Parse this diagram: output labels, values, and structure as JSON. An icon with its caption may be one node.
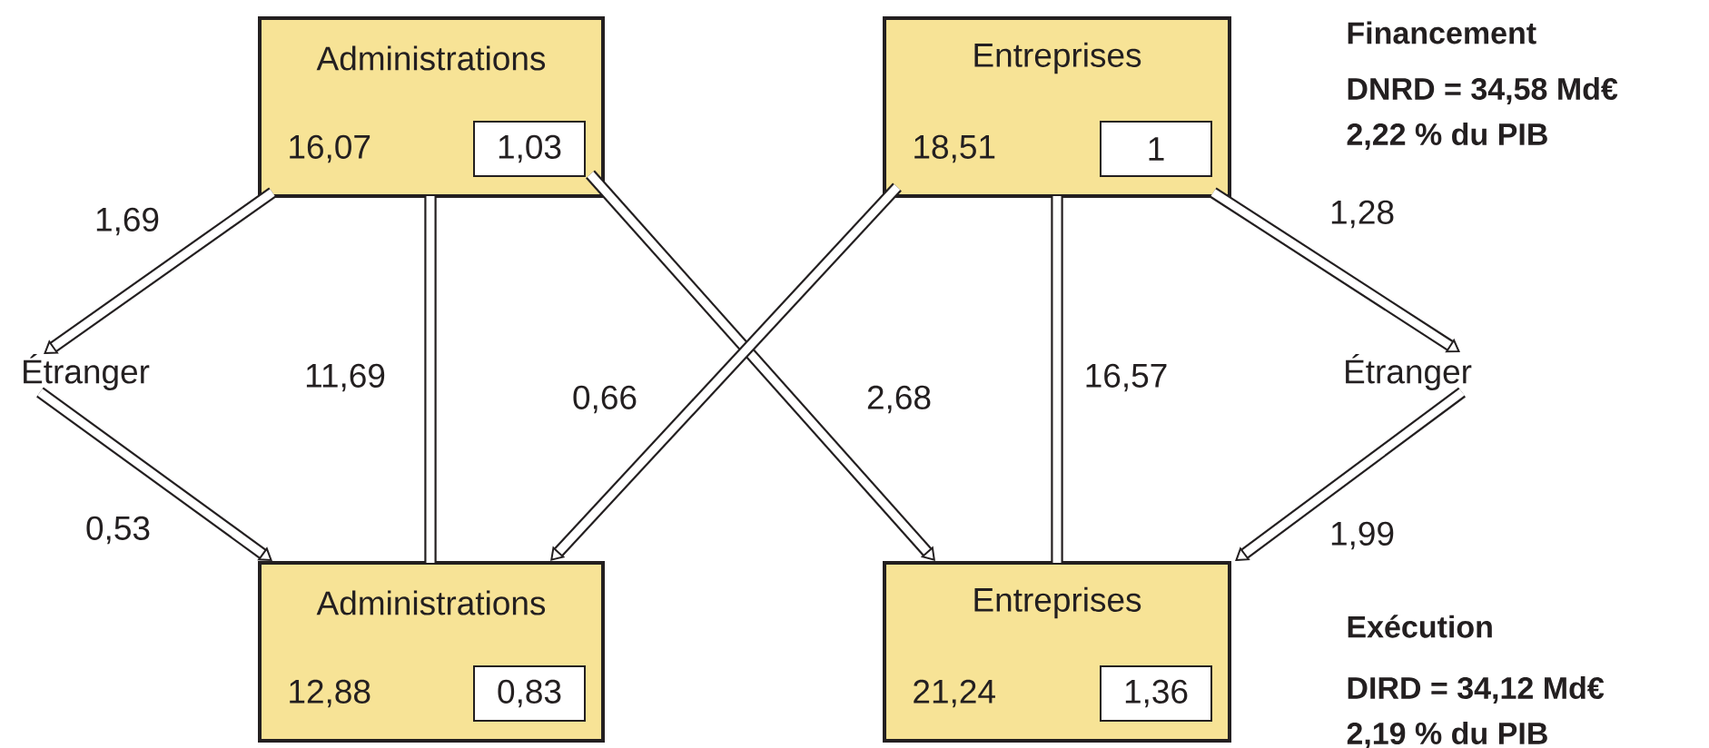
{
  "diagram": {
    "nodes": [
      {
        "text": [
          "Administrations",
          "16,07"
        ]
      },
      {
        "text": [
          "1,03"
        ],
        "in": 0
      },
      {
        "text": [
          "Entreprises",
          "18,51"
        ]
      },
      {
        "text": [
          "1"
        ],
        "in": 2
      },
      {
        "text": [
          "Étranger"
        ]
      },
      {
        "text": [
          "Étranger"
        ]
      },
      {
        "text": [
          "Administrations",
          "12,88"
        ]
      },
      {
        "text": [
          "0,83"
        ],
        "in": 6
      },
      {
        "text": [
          "Entreprises",
          "21,24"
        ]
      },
      {
        "text": [
          "1,36"
        ],
        "in": 8
      }
    ],
    "edges": [
      {
        "from": 0,
        "to": 4,
        "arrow": "to",
        "label": "1,69"
      },
      {
        "from": 4,
        "to": 6,
        "arrow": "to",
        "label": "0,53"
      },
      {
        "from": 0,
        "to": 6,
        "arrow": "none",
        "label": "11,69"
      },
      {
        "from": 0,
        "to": 8,
        "arrow": "to",
        "label": "2,68"
      },
      {
        "from": 2,
        "to": 6,
        "arrow": "to",
        "label": "0,66"
      },
      {
        "from": 2,
        "to": 8,
        "arrow": "none",
        "label": "16,57"
      },
      {
        "from": 2,
        "to": 5,
        "arrow": "to",
        "label": "1,28"
      },
      {
        "from": 5,
        "to": 8,
        "arrow": "to",
        "label": "1,99"
      }
    ],
    "labels": [
      "Financement",
      "DNRD = 34,58 Md€",
      "2,22 % du PIB",
      "Exécution",
      "DIRD = 34,12 Md€",
      "2,19 % du PIB"
    ]
  }
}
